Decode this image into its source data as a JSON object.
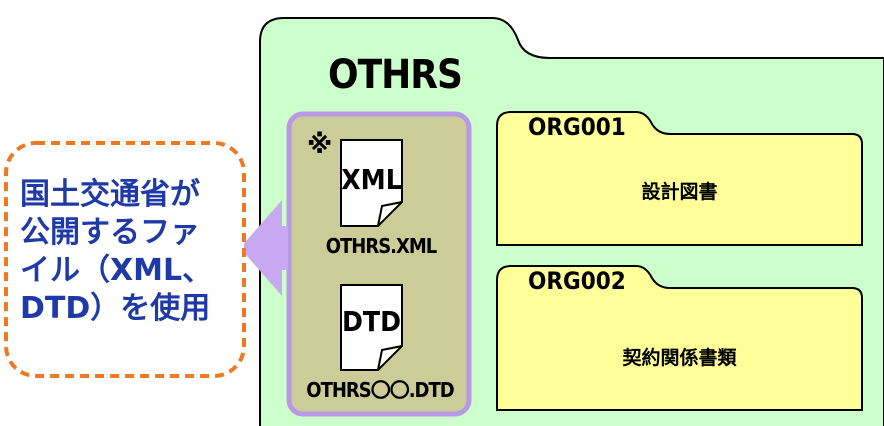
{
  "colors": {
    "outer_folder_fill": "#ccffcc",
    "subfolder_fill": "#ffff99",
    "doc_panel_fill": "#cccc99",
    "doc_panel_border": "#b999e6",
    "arrow_fill": "#c8a8f0",
    "callout_border": "#f07820",
    "callout_text": "#1f3aa6"
  },
  "outer_folder": {
    "label": "OTHRS"
  },
  "documents": {
    "note_mark": "※",
    "xml": {
      "icon_text": "XML",
      "filename": "OTHRS.XML"
    },
    "dtd": {
      "icon_text": "DTD",
      "filename": "OTHRS〇〇.DTD"
    }
  },
  "subfolders": [
    {
      "code": "ORG001",
      "description": "設計図書"
    },
    {
      "code": "ORG002",
      "description": "契約関係書類"
    }
  ],
  "callout": {
    "lines": [
      "国土交通省が",
      "公開するファ",
      "イル（XML、",
      "DTD）を使用"
    ]
  }
}
